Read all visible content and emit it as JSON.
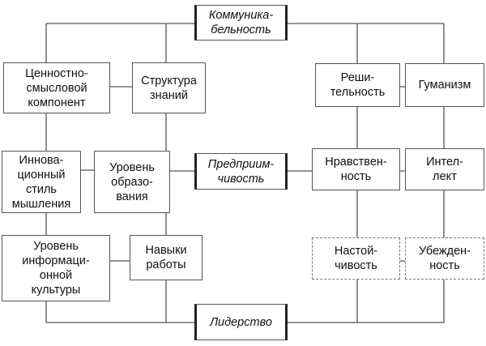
{
  "central": {
    "communicability": "Коммуника-\nбельность",
    "enterprise": "Предприим-\nчивость",
    "leadership": "Лидерство"
  },
  "left": {
    "value_meaning": "Ценностно-\nсмысловой\nкомпонент",
    "knowledge_structure": "Структура\nзнаний",
    "innovative_style": "Иннова-\nционный\nстиль\nмышления",
    "education_level": "Уровень\nобразо-\nвания",
    "info_culture": "Уровень\nинформаци-\nонной\nкультуры",
    "work_skills": "Навыки\nработы"
  },
  "right": {
    "decisiveness": "Реши-\nтельность",
    "humanism": "Гуманизм",
    "morality": "Нравствен-\nность",
    "intellect": "Интел-\nлект",
    "persistence": "Настой-\nчивость",
    "conviction": "Убежден-\nность"
  },
  "colors": {
    "line": "#555555",
    "border": "#555555",
    "text": "#111111"
  }
}
